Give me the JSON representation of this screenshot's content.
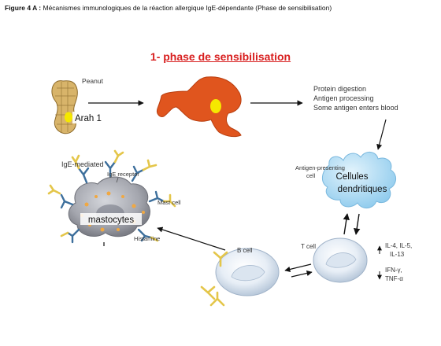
{
  "caption": {
    "prefix": "Figure 4 A :",
    "text": "Mécanismes immunologiques de la réaction allergique IgE-dépendante (Phase de sensibilisation)"
  },
  "title": {
    "number": "1-",
    "text": "phase de sensibilisation"
  },
  "labels": {
    "peanut": "Peanut",
    "arah1": "Arah 1",
    "digestion_1": "Protein digestion",
    "digestion_2": "Antigen processing",
    "digestion_3": "Some antigen enters blood",
    "apc_1": "Antigen-presenting",
    "apc_2": "cell",
    "dendritic_1": "Cellules",
    "dendritic_2": "dendritiques",
    "ige_mediated": "IgE-mediated",
    "ige_receptor": "IgE receptor",
    "mast_cell": "Mast cell",
    "mastocytes": "mastocytes",
    "histamine": "Histamine",
    "b_cell": "B cell",
    "t_cell": "T cell",
    "il_1": "IL-4, IL-5,",
    "il_2": "IL-13",
    "ifn": "IFN-γ,",
    "tnf": "TNF-α"
  },
  "colors": {
    "title_red": "#d81e1e",
    "stomach_orange": "#e0551e",
    "antigen_yellow": "#f5e800",
    "dendritic_blue": "#a9d8f2",
    "mast_cell_gray": "#9a9ca4",
    "ige_blue": "#3d6f9c",
    "antibody_yellow": "#e4c64a"
  }
}
